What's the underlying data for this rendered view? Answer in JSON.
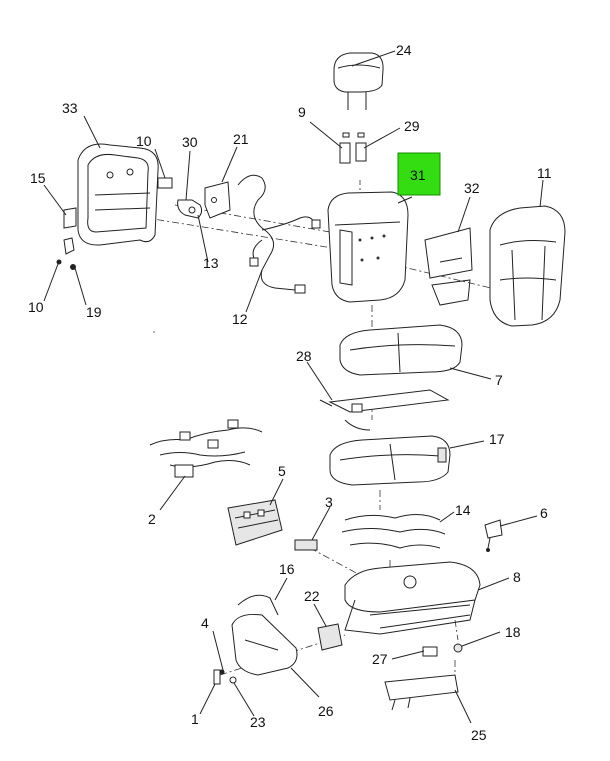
{
  "diagram": {
    "callouts": {
      "c1": "1",
      "c2": "2",
      "c3": "3",
      "c4": "4",
      "c5": "5",
      "c6": "6",
      "c7": "7",
      "c8": "8",
      "c9": "9",
      "c10a": "10",
      "c10b": "10",
      "c11": "11",
      "c12": "12",
      "c13": "13",
      "c14": "14",
      "c15": "15",
      "c16": "16",
      "c17": "17",
      "c18": "18",
      "c19": "19",
      "c21": "21",
      "c22": "22",
      "c23": "23",
      "c24": "24",
      "c25": "25",
      "c26": "26",
      "c27": "27",
      "c28": "28",
      "c29": "29",
      "c30": "30",
      "c31": "31",
      "c32": "32",
      "c33": "33"
    },
    "highlight_color": "#33dd11"
  }
}
